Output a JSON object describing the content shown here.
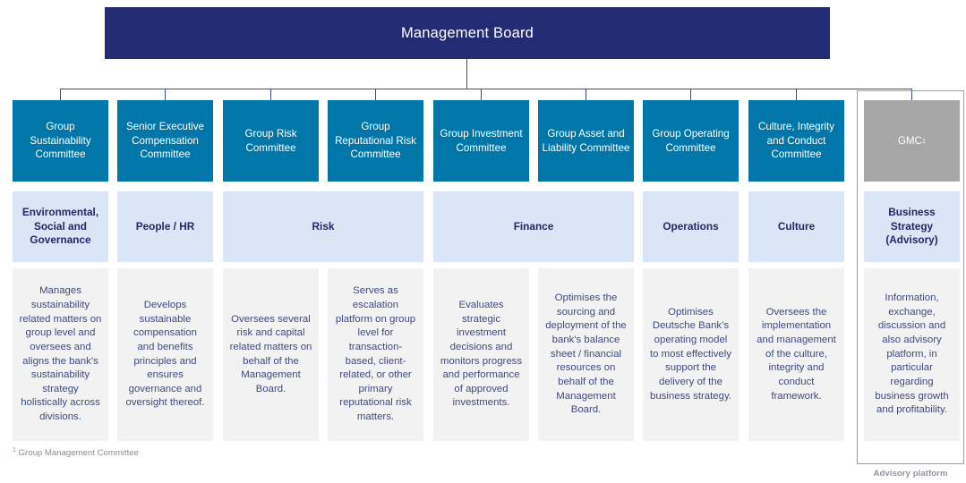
{
  "board": {
    "label": "Management Board"
  },
  "committees": [
    {
      "name": "Group Sustainability Committee",
      "sup": "",
      "type": "committee"
    },
    {
      "name": "Senior Executive Compensation Committee",
      "sup": "",
      "type": "committee"
    },
    {
      "name": "Group Risk Committee",
      "sup": "",
      "type": "committee"
    },
    {
      "name": "Group Reputational Risk Committee",
      "sup": "",
      "type": "committee"
    },
    {
      "name": "Group Investment Committee",
      "sup": "",
      "type": "committee"
    },
    {
      "name": "Group Asset and Liability Committee",
      "sup": "",
      "type": "committee"
    },
    {
      "name": "Group Operating Committee",
      "sup": "",
      "type": "committee"
    },
    {
      "name": "Culture, Integrity and Conduct Committee",
      "sup": "",
      "type": "committee"
    },
    {
      "name": "GMC",
      "sup": "1",
      "type": "advisory"
    }
  ],
  "bands": [
    {
      "label": "Environmental, Social and Governance"
    },
    {
      "label": "People / HR"
    },
    {
      "label": "Risk"
    },
    {
      "label": "Finance"
    },
    {
      "label": "Operations"
    },
    {
      "label": "Culture"
    },
    {
      "label": "Business Strategy (Advisory)"
    }
  ],
  "descriptions": [
    {
      "text": "Manages sustainability related matters on group level and oversees and aligns the bank’s sustainability strategy holistically across divisions."
    },
    {
      "text": "Develops sustainable compensation and benefits principles and ensures governance and oversight thereof."
    },
    {
      "text": "Oversees several risk and capital related matters on behalf of the Management Board."
    },
    {
      "text": "Serves as escalation platform on group level for transaction-based, client-related, or other primary reputational risk matters."
    },
    {
      "text": "Evaluates strategic investment decisions and monitors progress and performance of approved investments."
    },
    {
      "text": "Optimises the sourcing and deployment of the bank's balance sheet / financial resources on behalf of the Management Board."
    },
    {
      "text": "Optimises Deutsche Bank’s operating model to most effectively support the delivery of the business strategy."
    },
    {
      "text": "Oversees the implementation and management of the culture, integrity and conduct framework."
    },
    {
      "text": "Information, exchange, discussion and also advisory platform, in particular regarding business growth and profitability."
    }
  ],
  "footnote": {
    "marker": "1",
    "text": " Group Management Committee"
  },
  "advisory": {
    "caption": "Advisory platform"
  },
  "colors": {
    "board_navy": "#232b72",
    "committee_teal": "#0077a8",
    "advisory_gray": "#a6a6a6",
    "band_light_blue": "#dae5f5",
    "desc_gray": "#f2f2f2",
    "text_navy": "#1f2a66",
    "desc_text": "#3f4a7e",
    "connector": "#3c4a8f",
    "frame_border": "#9aa0ac"
  }
}
